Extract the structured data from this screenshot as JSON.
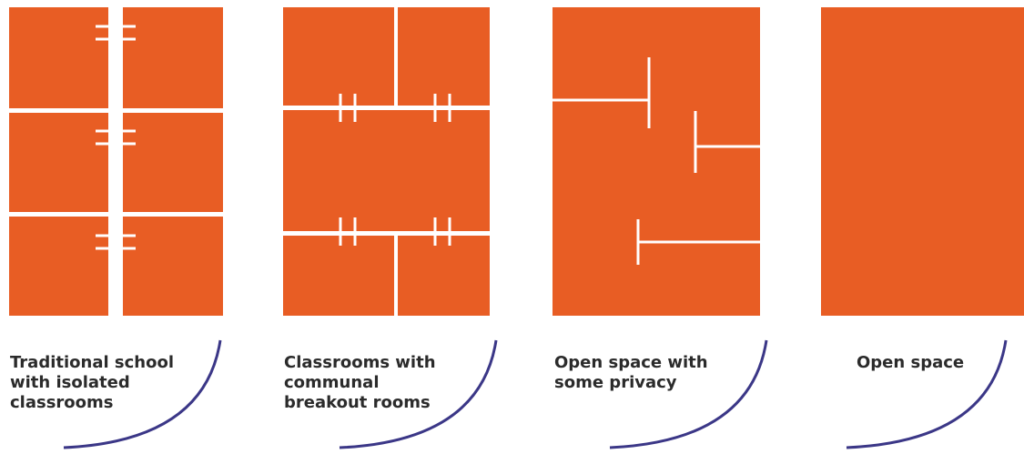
{
  "colors": {
    "room_fill": "#e85d24",
    "wall": "#ffffff",
    "arc": "#3b3787",
    "caption_text": "#2b2b2b"
  },
  "panels": [
    {
      "id": "traditional",
      "caption_lines": [
        "Traditional school",
        "with isolated",
        "classrooms"
      ]
    },
    {
      "id": "breakout",
      "caption_lines": [
        "Classrooms with",
        "communal",
        "breakout rooms"
      ]
    },
    {
      "id": "semi-open",
      "caption_lines": [
        "Open space with",
        "some privacy"
      ]
    },
    {
      "id": "open",
      "caption_lines": [
        "Open space"
      ]
    }
  ]
}
